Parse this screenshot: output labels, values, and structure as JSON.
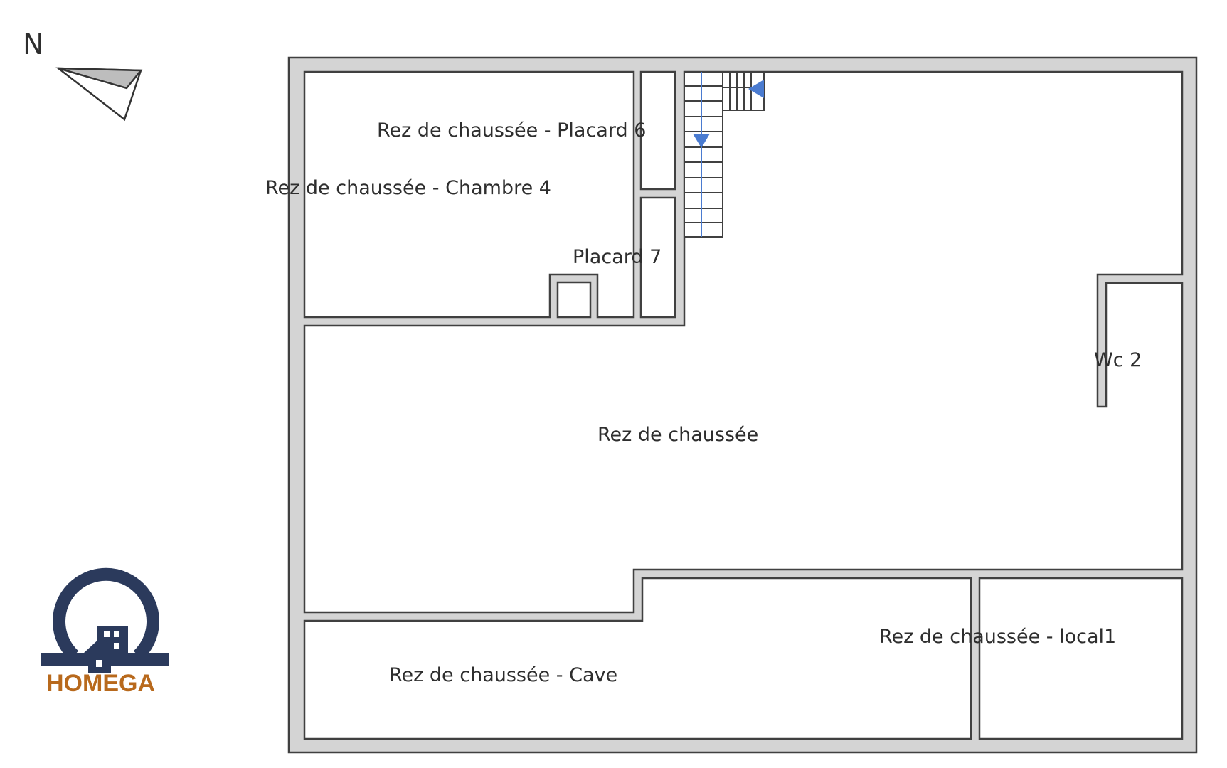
{
  "north": {
    "letter": "N",
    "icon": "north-arrow-icon"
  },
  "rooms": {
    "placard6": "Rez de chaussée - Placard 6",
    "chambre4": "Rez de chaussée - Chambre 4",
    "placard7": "Placard 7",
    "wc2": "Wc 2",
    "main": "Rez de chaussée",
    "cave": "Rez de chaussée - Cave",
    "local1": "Rez de chaussée - local1"
  },
  "logo": {
    "text": "HOMEGA",
    "icon": "homega-logo-icon",
    "colors": {
      "navy": "#2b3a5c",
      "orange": "#b8691c"
    }
  },
  "colors": {
    "wall_fill": "#d4d4d4",
    "wall_stroke": "#404040",
    "stair": "#4a7bd0"
  }
}
